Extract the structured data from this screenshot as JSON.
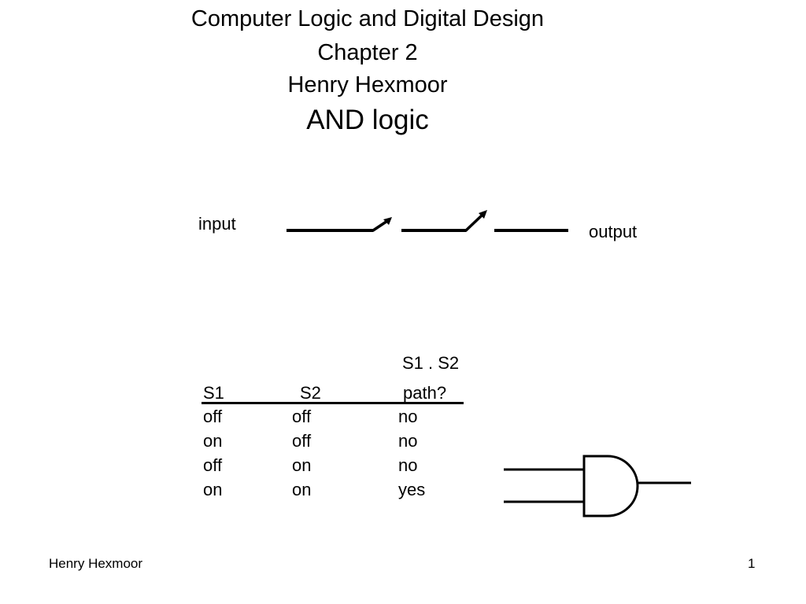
{
  "title": {
    "line1": "Computer Logic and Digital Design",
    "line2": "Chapter 2",
    "line3": "Henry Hexmoor",
    "heading": "AND logic"
  },
  "circuit": {
    "input_label": "input",
    "output_label": "output"
  },
  "truth_table": {
    "expression": "S1 . S2",
    "headers": [
      "S1",
      "S2",
      "path?"
    ],
    "rows": [
      [
        "off",
        "off",
        "no"
      ],
      [
        "on",
        "off",
        "no"
      ],
      [
        "off",
        "on",
        "no"
      ],
      [
        "on",
        "on",
        "yes"
      ]
    ]
  },
  "footer": {
    "author": "Henry Hexmoor",
    "page_number": "1"
  }
}
